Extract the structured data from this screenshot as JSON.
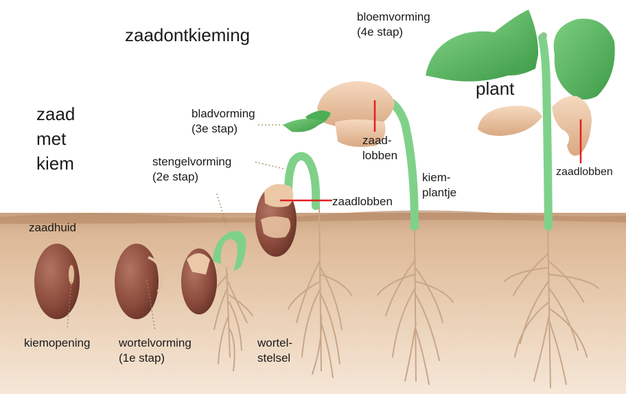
{
  "title": "zaadontkieming",
  "seed_label": [
    "zaad",
    "met",
    "kiem"
  ],
  "plant_label": "plant",
  "labels": {
    "seed_coat": "zaadhuid",
    "micropyle": "kiemopening",
    "root_formation": [
      "wortelvorming",
      "(1e stap)"
    ],
    "root_system": [
      "wortel-",
      "stelsel"
    ],
    "stem_formation": [
      "stengelvorming",
      "(2e stap)"
    ],
    "leaf_formation": [
      "bladvorming",
      "(3e stap)"
    ],
    "flower_formation": [
      "bloemvorming",
      "(4e stap)"
    ],
    "cotyledons_stage4": "zaadlobben",
    "cotyledons_stage5": [
      "zaad-",
      "lobben"
    ],
    "seedling": [
      "kiem-",
      "plantje"
    ],
    "cotyledons_plant": "zaadlobben"
  },
  "colors": {
    "soil": "#e4c7a8",
    "soil_surface": "#c9a180",
    "seed": "#8a4a3b",
    "stem": "#7fd18a",
    "leaf": "#4caf55",
    "cotyledon": "#efc7a4",
    "root": "#caa78a",
    "marker": "#e02020"
  }
}
